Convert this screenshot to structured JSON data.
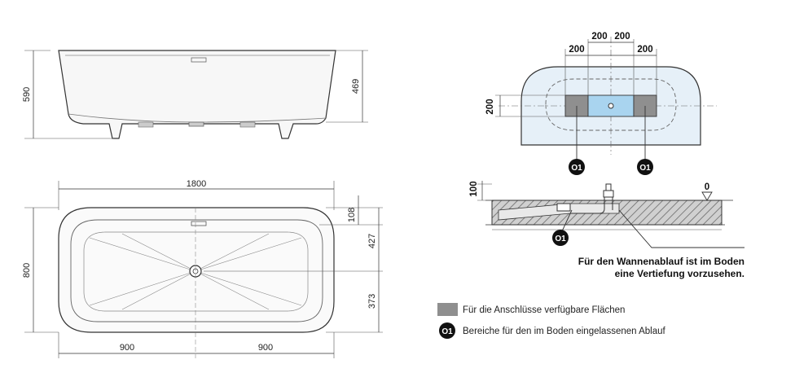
{
  "side_view": {
    "height_label": "590",
    "inner_height_label": "469"
  },
  "top_view": {
    "length_label": "1800",
    "width_label": "800",
    "right_dims": [
      "108",
      "427",
      "373"
    ],
    "half_labels": [
      "900",
      "900"
    ]
  },
  "drain_plan": {
    "top_dims": [
      "200",
      "200",
      "200",
      "200"
    ],
    "side_dim": "200",
    "badges": [
      "O1",
      "O1"
    ]
  },
  "section": {
    "depth_label": "100",
    "zero_label": "0",
    "badge": "O1",
    "note_line1": "Für den Wannenablauf ist im Boden",
    "note_line2": "eine Vertiefung vorzusehen."
  },
  "legend": {
    "swatch_color": "#8f8f8f",
    "item1": "Für die Anschlüsse verfügbare Flächen",
    "badge": "O1",
    "item2": "Bereiche für den im Boden eingelassenen Ablauf"
  },
  "colors": {
    "line": "#333333",
    "tub_fill": "#e8f1f8",
    "drain_blue": "#a9d4ef",
    "hatch": "#777777"
  }
}
